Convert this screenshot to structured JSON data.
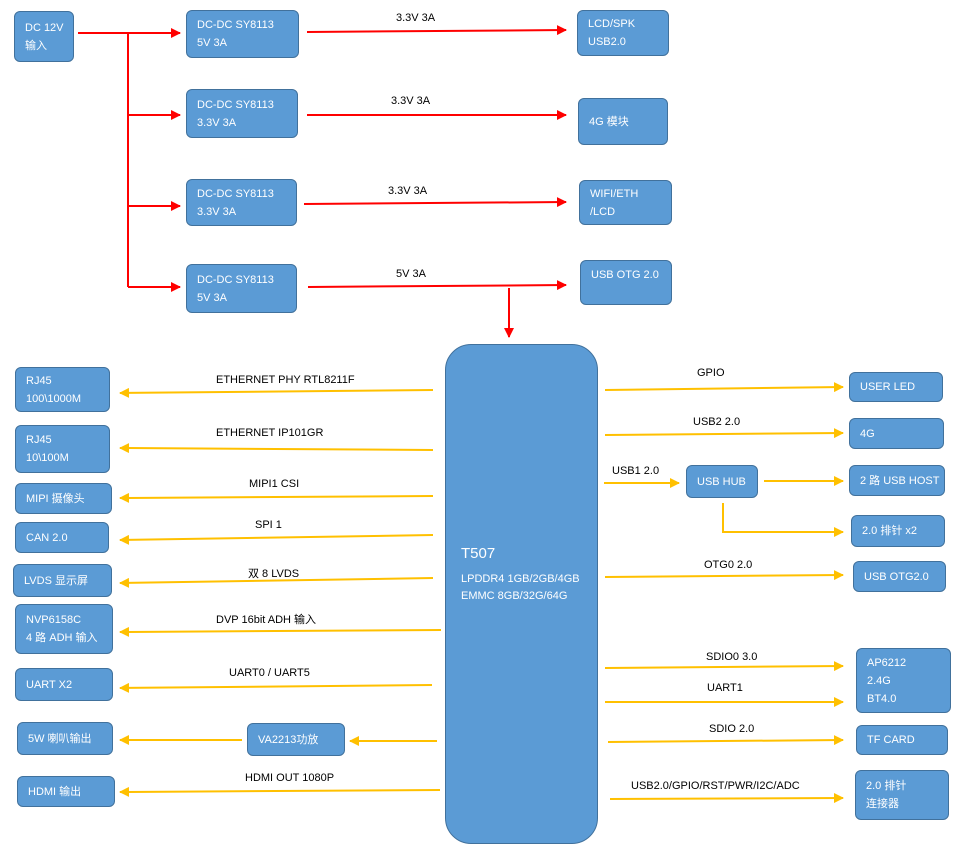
{
  "colors": {
    "box_fill": "#5b9bd5",
    "box_border": "#41719c",
    "power_arrow": "#ff0000",
    "signal_arrow": "#ffc000"
  },
  "power": {
    "input": [
      "DC 12V",
      "输入"
    ],
    "converters": [
      [
        "DC-DC SY8113",
        "5V 3A"
      ],
      [
        "DC-DC SY8113",
        "3.3V 3A"
      ],
      [
        "DC-DC SY8113",
        "3.3V 3A"
      ],
      [
        "DC-DC SY8113",
        "5V 3A"
      ]
    ],
    "rails": [
      "3.3V 3A",
      "3.3V 3A",
      "3.3V 3A",
      "5V 3A"
    ],
    "loads": [
      [
        "LCD/SPK",
        "USB2.0"
      ],
      [
        "4G 模块"
      ],
      [
        "WIFI/ETH",
        "/LCD"
      ],
      [
        "USB OTG 2.0"
      ]
    ]
  },
  "cpu": {
    "name": "T507",
    "memory": [
      "LPDDR4 1GB/2GB/4GB",
      "EMMC 8GB/32G/64G"
    ]
  },
  "left": {
    "peripherals": [
      [
        "RJ45",
        "100\\1000M"
      ],
      [
        "RJ45",
        "10\\100M"
      ],
      [
        "MIPI 摄像头"
      ],
      [
        "CAN 2.0"
      ],
      [
        "LVDS 显示屏"
      ],
      [
        "NVP6158C",
        "4 路 ADH 输入"
      ],
      [
        "UART X2"
      ],
      [
        "5W 喇叭输出"
      ],
      [
        "HDMI 输出"
      ]
    ],
    "buses": [
      "ETHERNET PHY RTL8211F",
      "ETHERNET IP101GR",
      "MIPI1 CSI",
      "SPI 1",
      "双 8 LVDS",
      "DVP 16bit ADH 输入",
      "UART0 / UART5",
      "",
      "HDMI OUT 1080P"
    ],
    "amplifier": [
      "VA2213功放"
    ]
  },
  "right": {
    "peripherals": [
      [
        "USER LED"
      ],
      [
        "4G"
      ],
      [
        "2 路 USB HOST"
      ],
      [
        "2.0 排针 x2"
      ],
      [
        "USB OTG2.0"
      ],
      [
        "AP6212",
        "2.4G",
        "BT4.0"
      ],
      [
        "TF CARD"
      ],
      [
        "2.0 排针",
        "连接器"
      ]
    ],
    "buses": [
      "GPIO",
      "USB2  2.0",
      "USB1  2.0",
      "OTG0 2.0",
      "SDIO0    3.0",
      "UART1",
      "SDIO 2.0",
      "USB2.0/GPIO/RST/PWR/I2C/ADC"
    ],
    "hub": [
      "USB HUB"
    ]
  }
}
